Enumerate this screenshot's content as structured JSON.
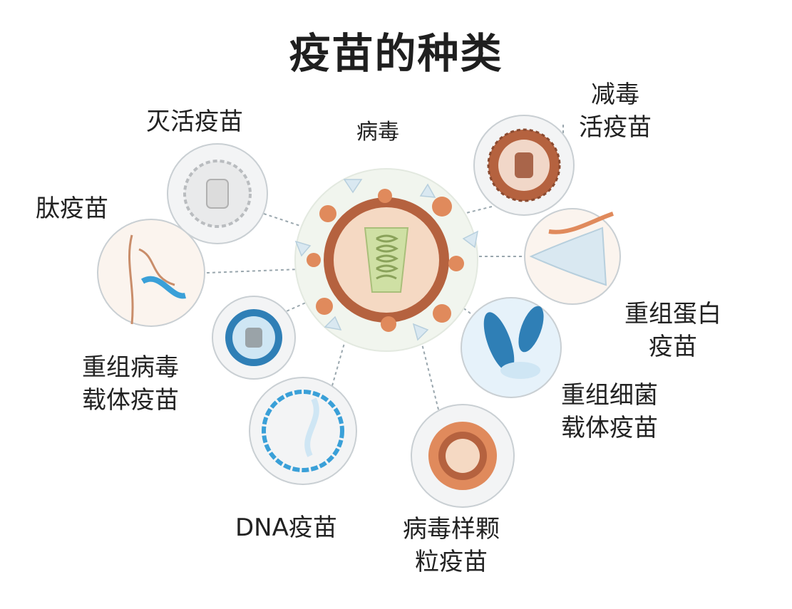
{
  "title": "疫苗的种类",
  "center": {
    "label": "病毒"
  },
  "vaccines": [
    {
      "key": "inactivated",
      "lines": [
        "灭活疫苗"
      ]
    },
    {
      "key": "attenuated",
      "lines": [
        "减毒",
        "活疫苗"
      ]
    },
    {
      "key": "peptide",
      "lines": [
        "肽疫苗"
      ]
    },
    {
      "key": "recombinant-protein",
      "lines": [
        "重组蛋白",
        "疫苗"
      ]
    },
    {
      "key": "viral-vector",
      "lines": [
        "重组病毒",
        "载体疫苗"
      ]
    },
    {
      "key": "bacterial-vector",
      "lines": [
        "重组细菌",
        "载体疫苗"
      ]
    },
    {
      "key": "dna",
      "lines": [
        "DNA疫苗"
      ]
    },
    {
      "key": "vlp",
      "lines": [
        "病毒样颗",
        "粒疫苗"
      ]
    }
  ],
  "colors": {
    "connector": "#9aa7ae",
    "circle_stroke": "#c9cfd3",
    "circle_fill": "#f3f4f5",
    "virus_brown": "#b5623f",
    "virus_orange": "#e08a5c",
    "rna_green": "#cfe0a4",
    "blue": "#3aa0d8",
    "light_blue": "#cfe6f4"
  }
}
